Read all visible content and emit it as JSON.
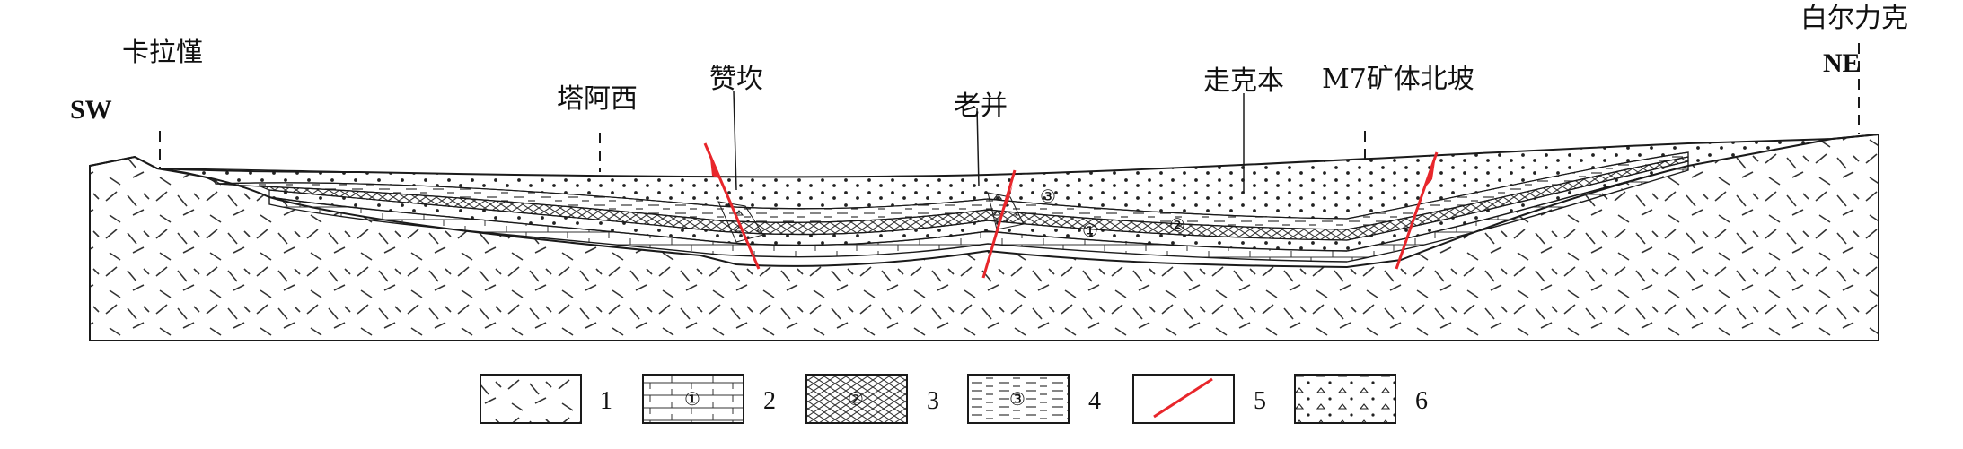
{
  "section": {
    "direction_left": "SW",
    "direction_right": "NE",
    "localities": [
      {
        "id": "kalaqin",
        "name": "卡拉慬"
      },
      {
        "id": "taaxi",
        "name": "塔阿西"
      },
      {
        "id": "zankan",
        "name": "赞坎"
      },
      {
        "id": "laobing",
        "name": "老并"
      },
      {
        "id": "zoukeben",
        "name": "走克本"
      },
      {
        "id": "m7",
        "name": "M7矿体北坡"
      },
      {
        "id": "baierlike",
        "name": "白尔力克"
      }
    ],
    "layer_markers": [
      "①",
      "②",
      "③"
    ]
  },
  "legend": {
    "items": [
      {
        "number": "1",
        "marker": ""
      },
      {
        "number": "2",
        "marker": "①"
      },
      {
        "number": "3",
        "marker": "②"
      },
      {
        "number": "4",
        "marker": "③"
      },
      {
        "number": "5",
        "marker": ""
      },
      {
        "number": "6",
        "marker": ""
      }
    ]
  },
  "colors": {
    "line": "#1a1a1a",
    "fault": "#e8262b",
    "background": "#ffffff"
  }
}
